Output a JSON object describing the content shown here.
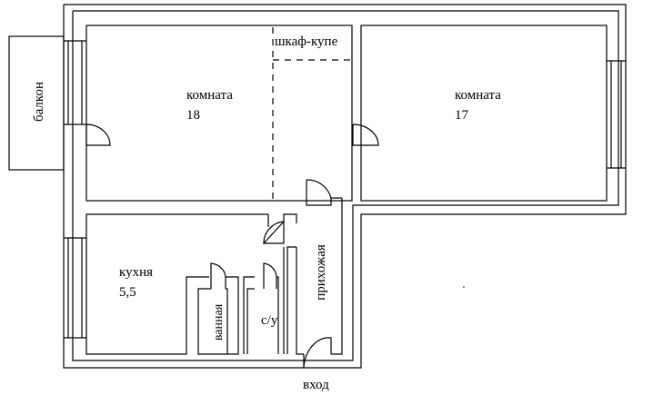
{
  "rooms": {
    "room_left": {
      "name": "комната",
      "area": "18"
    },
    "room_right": {
      "name": "комната",
      "area": "17"
    },
    "kitchen": {
      "name": "кухня",
      "area": "5,5"
    }
  },
  "labels": {
    "wardrobe": "шкаф-купе",
    "balcony": "балкон",
    "hallway": "прихожая",
    "bathroom": "ванная",
    "toilet": "с/у",
    "entrance": "вход"
  }
}
